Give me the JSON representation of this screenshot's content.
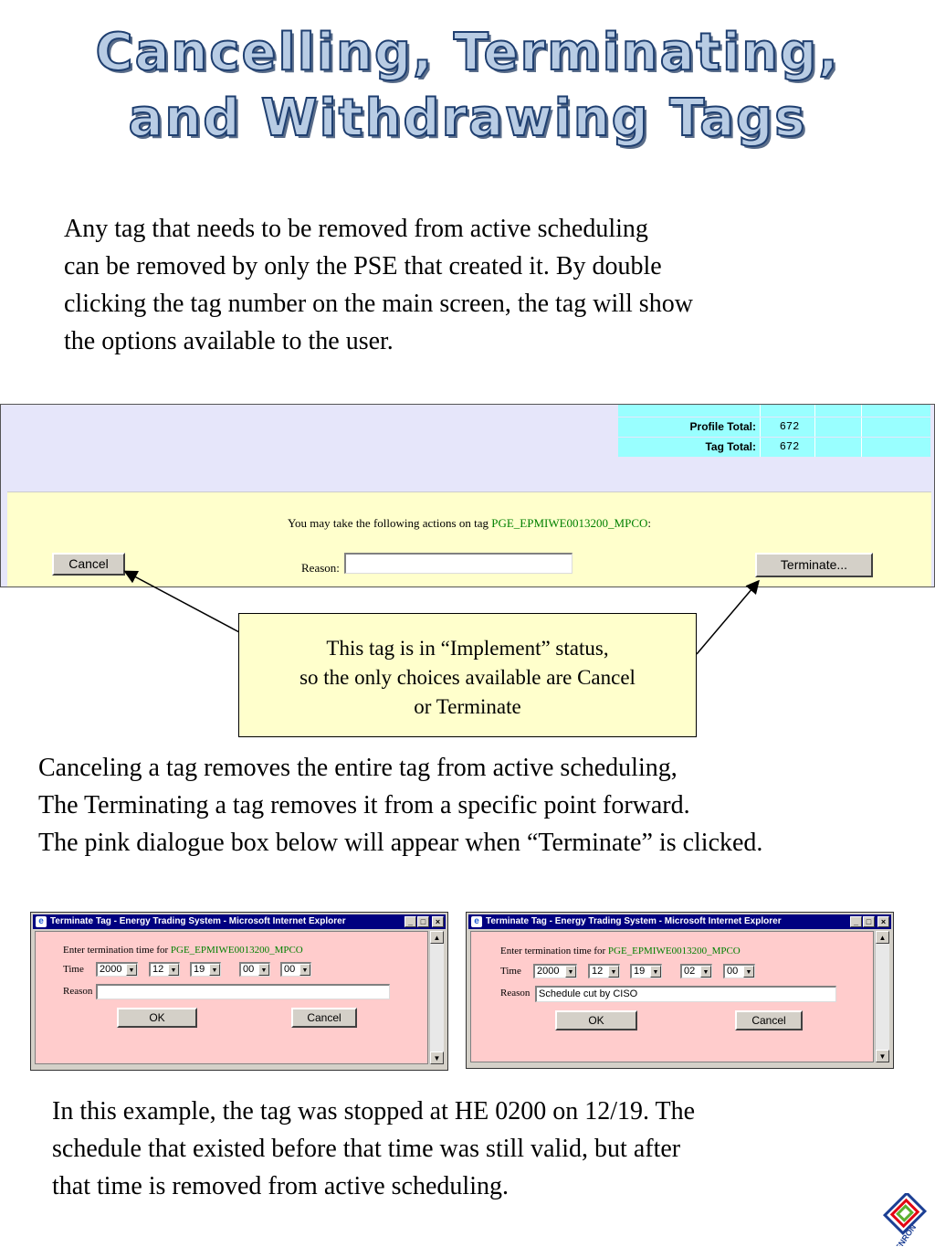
{
  "title": {
    "line1": "Cancelling, Terminating,",
    "line2": "and Withdrawing Tags"
  },
  "intro_text": "Any tag that needs to be removed from active scheduling\ncan be removed by only the PSE that created it. By double\nclicking the tag number on the main screen, the tag will show\nthe options available to the user.",
  "tag_screen": {
    "totals": [
      {
        "label": "Profile Total:",
        "value": "672"
      },
      {
        "label": "Tag Total:",
        "value": "672"
      }
    ],
    "message_prefix": "You may take the following actions on tag ",
    "tag_id": "PGE_EPMIWE0013200_MPCO",
    "message_suffix": ":",
    "cancel_label": "Cancel",
    "reason_label": "Reason:",
    "reason_value": "",
    "terminate_label": "Terminate..."
  },
  "callout": {
    "text": "This tag is in “Implement” status,\nso the only choices available are Cancel\nor Terminate"
  },
  "middle_text": "Canceling a tag removes the entire tag from active scheduling,\nThe Terminating a tag removes it from a specific point forward.\nThe pink dialogue box below will appear when “Terminate” is clicked.",
  "dialogs": [
    {
      "window_title": "Terminate Tag - Energy Trading System - Microsoft Internet Explorer",
      "prompt": "Enter termination time for ",
      "tag_id": "PGE_EPMIWE0013200_MPCO",
      "time_label": "Time",
      "year": "2000",
      "month": "12",
      "day": "19",
      "hour": "00",
      "minute": "00",
      "reason_label": "Reason",
      "reason_value": "",
      "ok_label": "OK",
      "cancel_label": "Cancel"
    },
    {
      "window_title": "Terminate Tag - Energy Trading System - Microsoft Internet Explorer",
      "prompt": "Enter termination time for ",
      "tag_id": "PGE_EPMIWE0013200_MPCO",
      "time_label": "Time",
      "year": "2000",
      "month": "12",
      "day": "19",
      "hour": "02",
      "minute": "00",
      "reason_label": "Reason",
      "reason_value": "Schedule cut by CISO",
      "ok_label": "OK",
      "cancel_label": "Cancel"
    }
  ],
  "closing_text": "In this example, the tag was stopped at HE 0200 on 12/19. The\nschedule that existed before that time was still valid, but after\nthat time is removed from active scheduling.",
  "logo_text": "ENRON",
  "colors": {
    "title_fill": "#b8cce4",
    "title_outline": "#1f3f70",
    "panel_yellow": "#ffffcc",
    "totals_cyan": "#99ffff",
    "dialog_pink": "#ffcccc",
    "tag_green": "#008000",
    "titlebar_navy": "#000080"
  }
}
